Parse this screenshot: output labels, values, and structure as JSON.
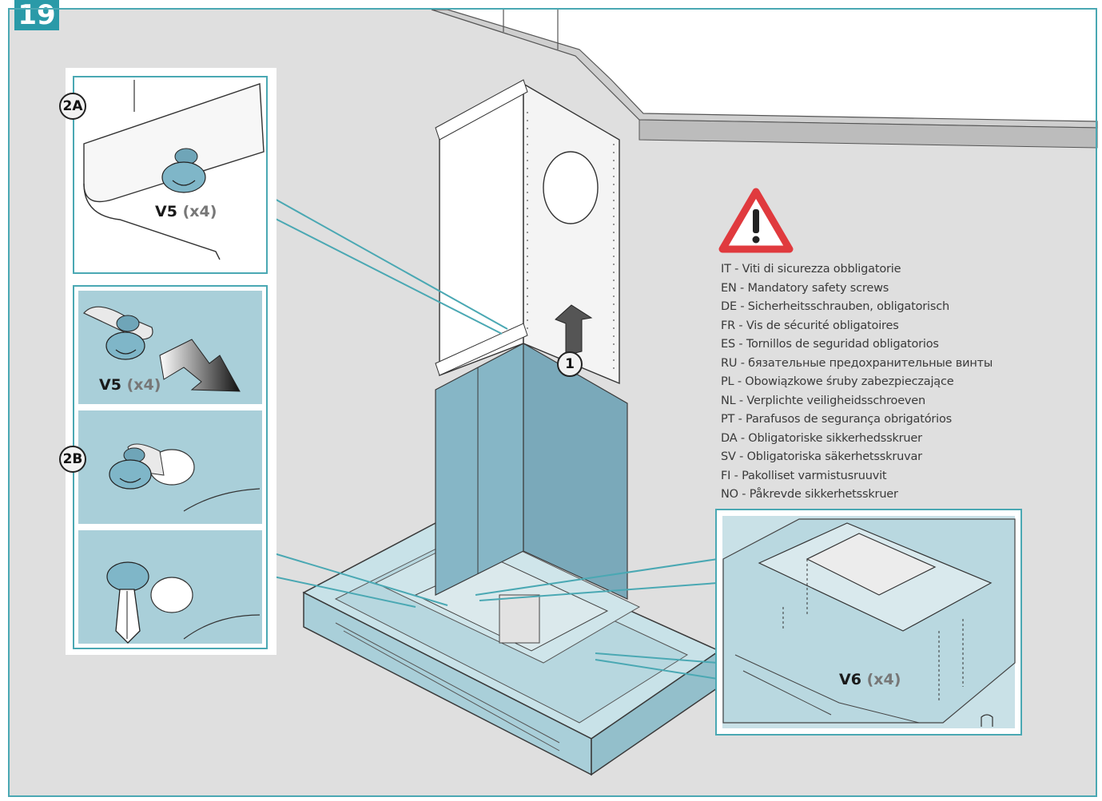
{
  "step_number": "19",
  "callouts": {
    "c2a": "2A",
    "c2b": "2B",
    "step1": "1"
  },
  "labels": {
    "v5_top": {
      "code": "V5",
      "qty": "(x4)"
    },
    "v5_mid": {
      "code": "V5",
      "qty": "(x4)"
    },
    "v6": {
      "code": "V6",
      "qty": "(x4)"
    }
  },
  "safety_notice": [
    "IT - Viti di sicurezza obbligatorie",
    "EN - Mandatory safety screws",
    "DE - Sicherheitsschrauben, obligatorisch",
    "FR - Vis de sécurité obligatoires",
    "ES - Tornillos de seguridad obligatorios",
    "RU - бязательные предохранительные винты",
    "PL - Obowiązkowe śruby zabezpieczające",
    "NL - Verplichte veiligheidsschroeven",
    "PT - Parafusos de segurança obrigatórios",
    "DA - Obligatoriske sikkerhedsskruer",
    "SV - Obligatoriska säkerhetsskruvar",
    "FI - Pakolliset varmistusruuvit",
    "NO - Påkrevde sikkerhetsskruer"
  ],
  "colors": {
    "accent": "#2a9aa8",
    "panel_blue": "#a9cfd9",
    "chimney_blue": "#8fbccb",
    "wall_gray": "#dedede",
    "warning_red": "#e03a3e"
  },
  "icons": [
    "warning-icon",
    "arrow-up-icon",
    "arrow-down-right-icon",
    "screw-icon",
    "screwdriver-icon"
  ]
}
